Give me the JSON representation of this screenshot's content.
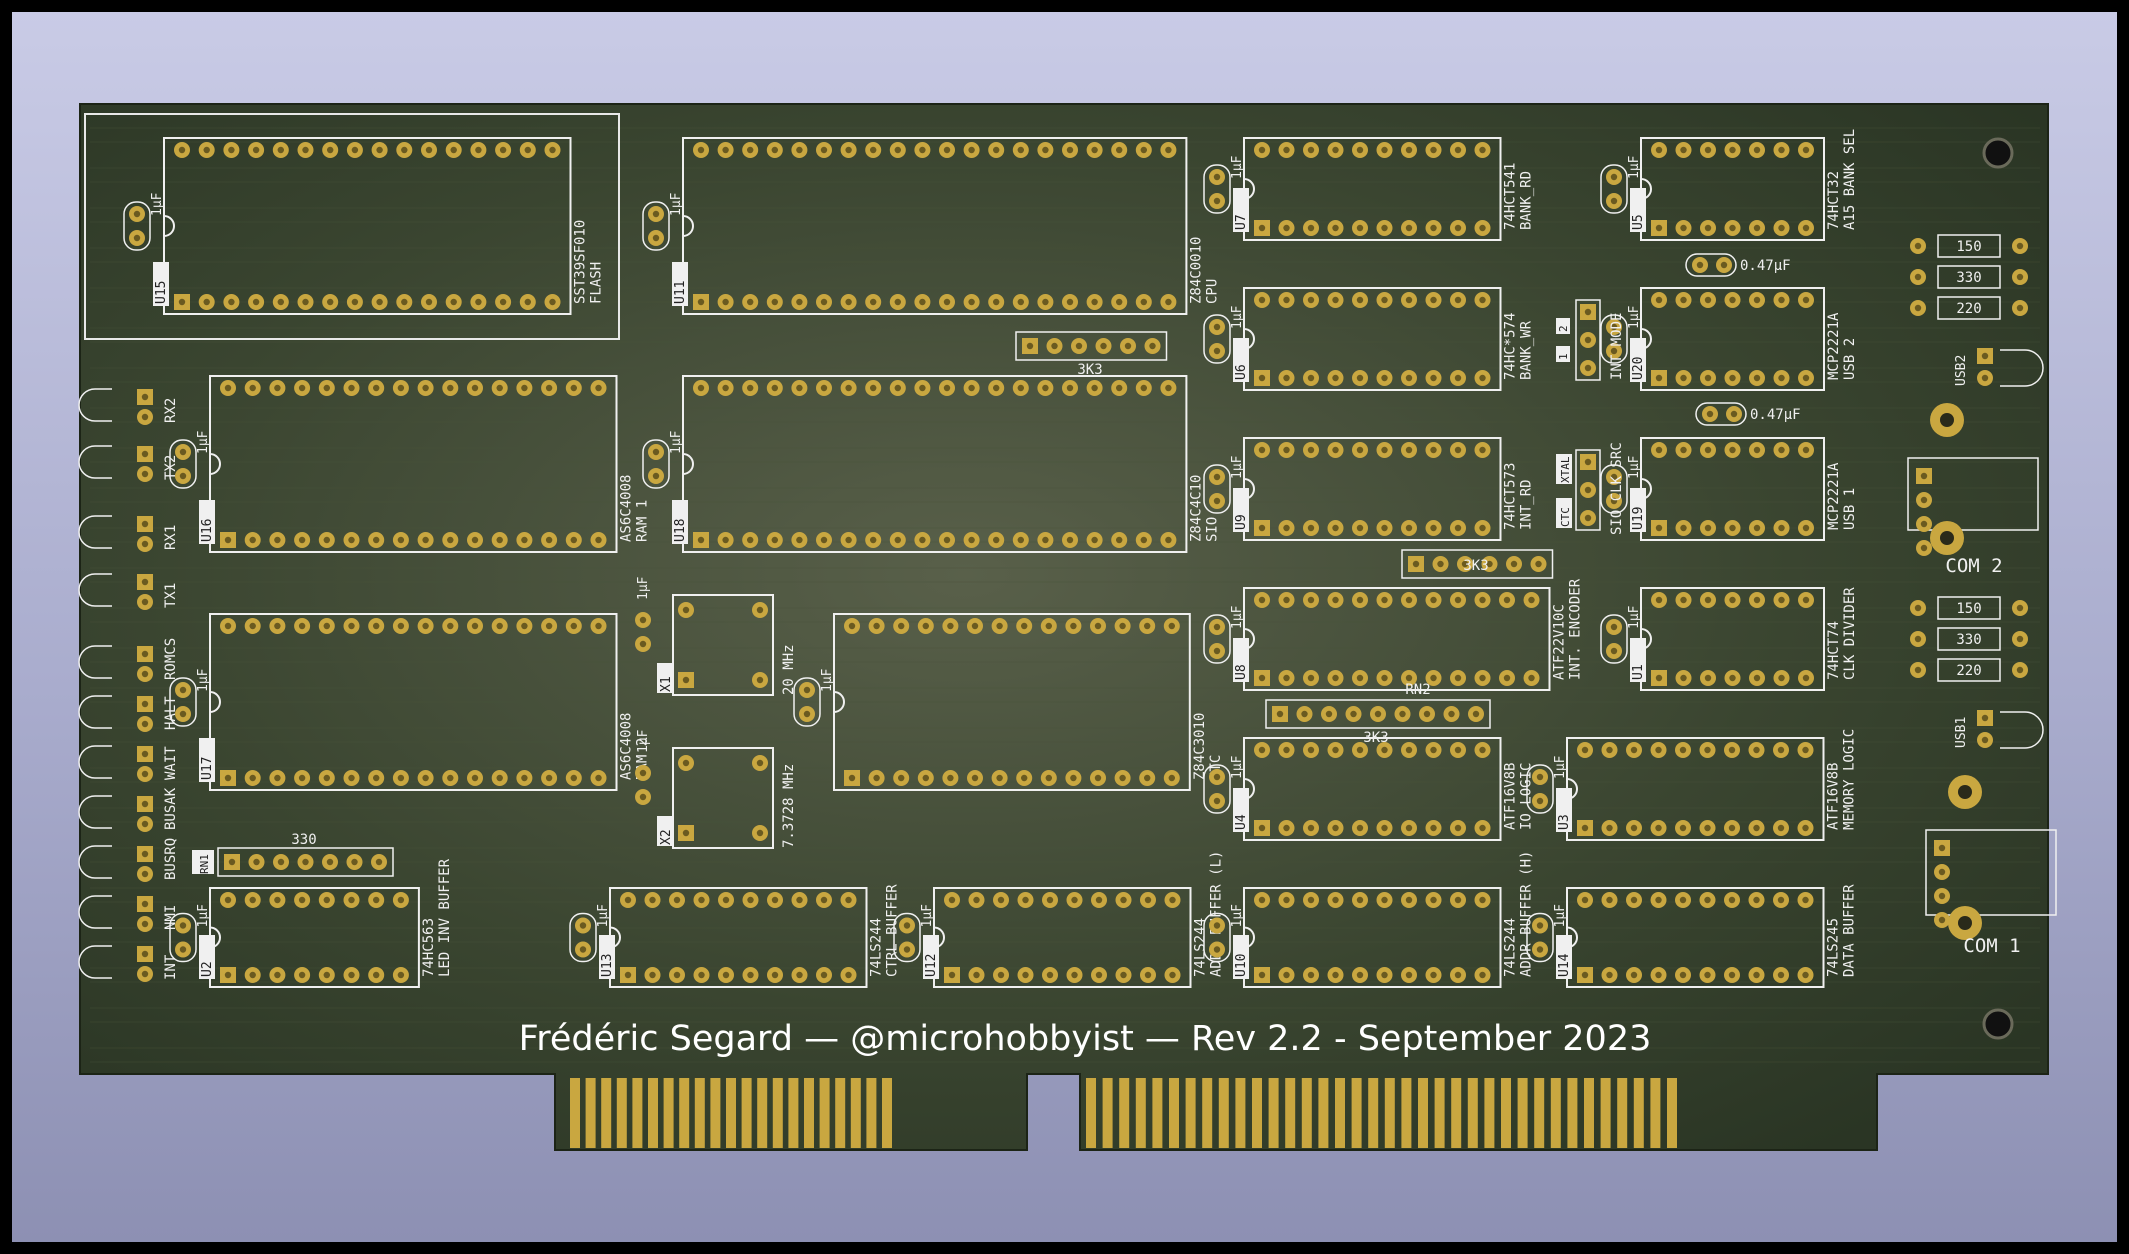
{
  "board": {
    "credit": "Frédéric Segard — @microhobbyist — Rev 2.2  - September 2023",
    "colors": {
      "pcb": "#2f3a27",
      "silk": "#f0f0f0",
      "gold": "#c9a740",
      "background": "#b7b9d8"
    }
  },
  "chips": [
    {
      "ref": "U15",
      "part": "SST39SF010",
      "func": "FLASH",
      "cap": "1µF"
    },
    {
      "ref": "U11",
      "part": "Z84C0010",
      "func": "CPU",
      "cap": "1µF"
    },
    {
      "ref": "U7",
      "part": "74HCT541",
      "func": "BANK_RD",
      "cap": "1µF"
    },
    {
      "ref": "U5",
      "part": "74HCT32",
      "func": "A15 BANK SEL",
      "cap": "1µF"
    },
    {
      "ref": "U6",
      "part": "74HC*574",
      "func": "BANK_WR",
      "cap": "1µF"
    },
    {
      "ref": "U20",
      "part": "MCP2221A",
      "func": "USB 2",
      "cap": "1µF"
    },
    {
      "ref": "U16",
      "part": "AS6C4008",
      "func": "RAM 1",
      "cap": "1µF"
    },
    {
      "ref": "U18",
      "part": "Z84C4C10",
      "func": "SIO",
      "cap": "1µF"
    },
    {
      "ref": "U9",
      "part": "74HCT573",
      "func": "INT_RD",
      "cap": "1µF"
    },
    {
      "ref": "U19",
      "part": "MCP2221A",
      "func": "USB 1",
      "cap": "1µF"
    },
    {
      "ref": "U17",
      "part": "AS6C4008",
      "func": "RAM 2",
      "cap": "1µF"
    },
    {
      "ref": "",
      "part": "Z84C3010",
      "func": "CTC",
      "cap": "1µF"
    },
    {
      "ref": "U8",
      "part": "ATF22V10C",
      "func": "INT. ENCODER",
      "cap": "1µF"
    },
    {
      "ref": "U1",
      "part": "74HCT74",
      "func": "CLK DIVIDER",
      "cap": "1µF"
    },
    {
      "ref": "U4",
      "part": "ATF16V8B",
      "func": "IO LOGIC",
      "cap": "1µF"
    },
    {
      "ref": "U3",
      "part": "ATF16V8B",
      "func": "MEMORY LOGIC",
      "cap": "1µF"
    },
    {
      "ref": "U2",
      "part": "74HC563",
      "func": "LED INV BUFFER",
      "cap": "1µF"
    },
    {
      "ref": "U13",
      "part": "74LS244",
      "func": "CTRL BUFFER",
      "cap": "1µF"
    },
    {
      "ref": "U12",
      "part": "74LS244",
      "func": "ADDR BUFFER (L)",
      "cap": "1µF"
    },
    {
      "ref": "U10",
      "part": "74LS244",
      "func": "ADDR BUFFER (H)",
      "cap": "1µF"
    },
    {
      "ref": "U14",
      "part": "74LS245",
      "func": "DATA BUFFER",
      "cap": "1µF"
    }
  ],
  "leds": [
    "RX2",
    "TX2",
    "RX1",
    "TX1",
    "ROMCS",
    "HALT",
    "WAIT",
    "BUSAK",
    "BUSRQ",
    "NMI",
    "INT"
  ],
  "crystals": [
    {
      "ref": "X1",
      "freq": "20 MHz",
      "cap": "1µF"
    },
    {
      "ref": "X2",
      "freq": "7.3728 MHz",
      "cap": "1µF"
    }
  ],
  "resistor_networks": {
    "rn_top": "3K3",
    "rn_sio": "3K3",
    "rn2_ref": "RN2",
    "rn2_val": "3K3",
    "rn1_ref": "RN1",
    "rn1_val": "330"
  },
  "jumpers": {
    "int_mode": "INT MODE",
    "int_mode_opts": [
      "2",
      "1"
    ],
    "sio_clk": "SIO CLK SRC",
    "sio_clk_opts": [
      "CTC",
      "XTAL"
    ]
  },
  "resistors_com2": [
    "150",
    "330",
    "220"
  ],
  "resistors_com1": [
    "150",
    "330",
    "220"
  ],
  "caps_small": [
    "0.47µF",
    "0.47µF"
  ],
  "usb": [
    "USB2",
    "USB1"
  ],
  "com": [
    "COM 2",
    "COM 1"
  ]
}
